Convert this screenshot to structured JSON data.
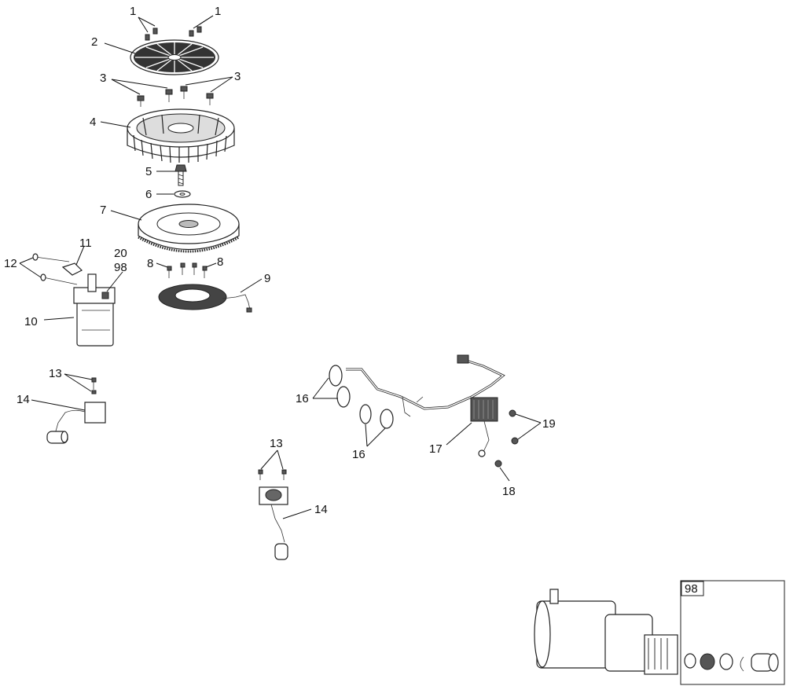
{
  "callouts": {
    "c1a": "1",
    "c1b": "1",
    "c2": "2",
    "c3a": "3",
    "c3b": "3",
    "c4": "4",
    "c5": "5",
    "c6": "6",
    "c7": "7",
    "c8a": "8",
    "c8b": "8",
    "c9": "9",
    "c10": "10",
    "c11": "11",
    "c12": "12",
    "c20": "20",
    "c98": "98",
    "c13a": "13",
    "c14a": "14",
    "c13b": "13",
    "c14b": "14",
    "c16a": "16",
    "c16b": "16",
    "c17": "17",
    "c18": "18",
    "c19": "19"
  },
  "inset": {
    "label": "98"
  }
}
